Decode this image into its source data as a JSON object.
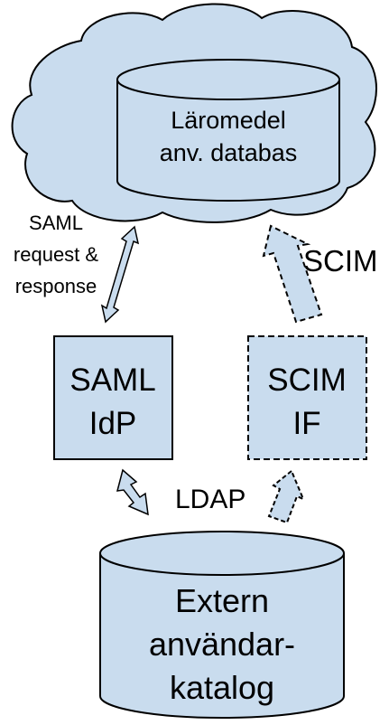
{
  "colors": {
    "fill": "#c9dcee",
    "stroke": "#000000",
    "background": "#ffffff"
  },
  "cloud": {
    "database_line1": "Läromedel",
    "database_line2": "anv. databas"
  },
  "saml_arrow": {
    "line1": "SAML",
    "line2": "request &",
    "line3": "response"
  },
  "scim_arrow": {
    "label": "SCIM"
  },
  "saml_idp": {
    "line1": "SAML",
    "line2": "IdP"
  },
  "scim_if": {
    "line1": "SCIM",
    "line2": "IF"
  },
  "ldap": {
    "label": "LDAP"
  },
  "directory": {
    "line1": "Extern",
    "line2": "användar-",
    "line3": "katalog"
  }
}
